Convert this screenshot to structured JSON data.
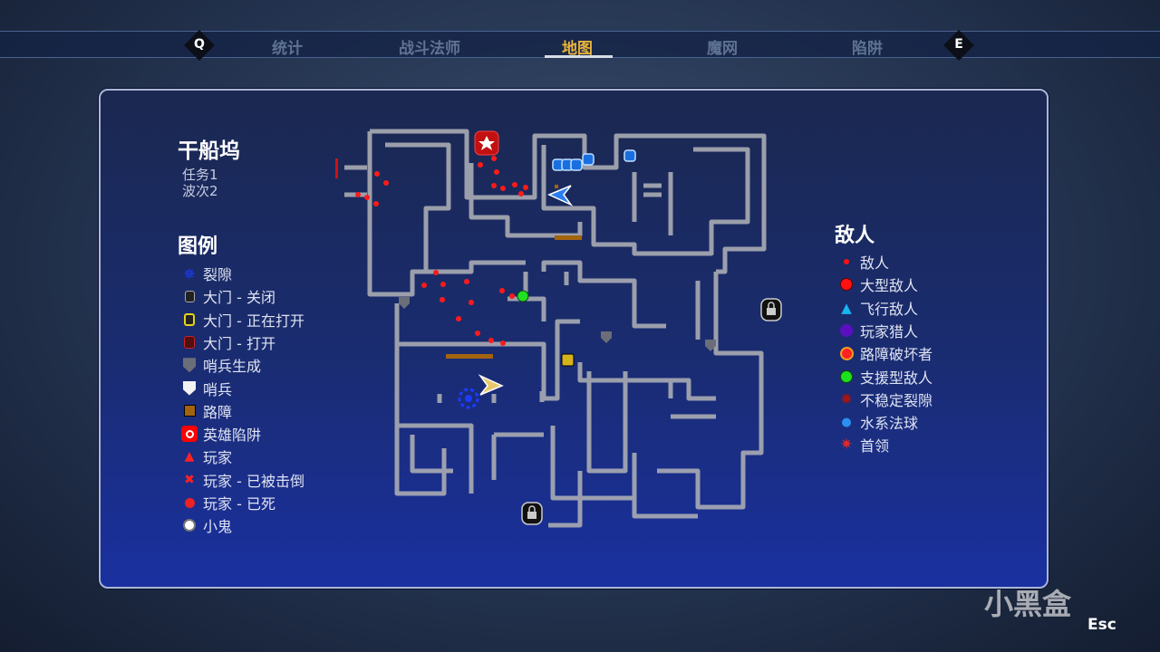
{
  "tabs": {
    "left_key": "Q",
    "right_key": "E",
    "items": [
      {
        "label": "统计"
      },
      {
        "label": "战斗法师"
      },
      {
        "label": "地图",
        "active": true
      },
      {
        "label": "魔网"
      },
      {
        "label": "陷阱"
      }
    ]
  },
  "map": {
    "name": "干船坞",
    "mission": "任务1",
    "wave": "波次2"
  },
  "legend": {
    "title": "图例",
    "items": [
      {
        "icon": "rift-icon",
        "label": "裂隙"
      },
      {
        "icon": "gate-closed-icon",
        "label": "大门 - 关闭"
      },
      {
        "icon": "gate-opening-icon",
        "label": "大门 - 正在打开"
      },
      {
        "icon": "gate-open-icon",
        "label": "大门 - 打开"
      },
      {
        "icon": "sentry-spawn-icon",
        "label": "哨兵生成"
      },
      {
        "icon": "sentry-icon",
        "label": "哨兵"
      },
      {
        "icon": "barricade-icon",
        "label": "路障"
      },
      {
        "icon": "hero-trap-icon",
        "label": "英雄陷阱"
      },
      {
        "icon": "player-icon",
        "label": "玩家"
      },
      {
        "icon": "player-downed-icon",
        "label": "玩家 - 已被击倒"
      },
      {
        "icon": "player-dead-icon",
        "label": "玩家 - 已死"
      },
      {
        "icon": "imp-icon",
        "label": "小鬼"
      }
    ]
  },
  "enemies": {
    "title": "敌人",
    "items": [
      {
        "icon": "enemy-icon",
        "label": "敌人"
      },
      {
        "icon": "large-enemy-icon",
        "label": "大型敌人"
      },
      {
        "icon": "flying-enemy-icon",
        "label": "飞行敌人"
      },
      {
        "icon": "player-hunter-icon",
        "label": "玩家猎人"
      },
      {
        "icon": "barricade-breaker-icon",
        "label": "路障破坏者"
      },
      {
        "icon": "support-enemy-icon",
        "label": "支援型敌人"
      },
      {
        "icon": "unstable-rift-icon",
        "label": "不稳定裂隙"
      },
      {
        "icon": "water-orb-icon",
        "label": "水系法球"
      },
      {
        "icon": "boss-icon",
        "label": "首领"
      }
    ]
  },
  "footer": {
    "esc": "Esc",
    "watermark": "小黑盒"
  },
  "colors": {
    "active_tab": "#e8b33a",
    "enemy": "#ff1a1a",
    "support": "#22e022",
    "wall": "#a9acb4"
  }
}
